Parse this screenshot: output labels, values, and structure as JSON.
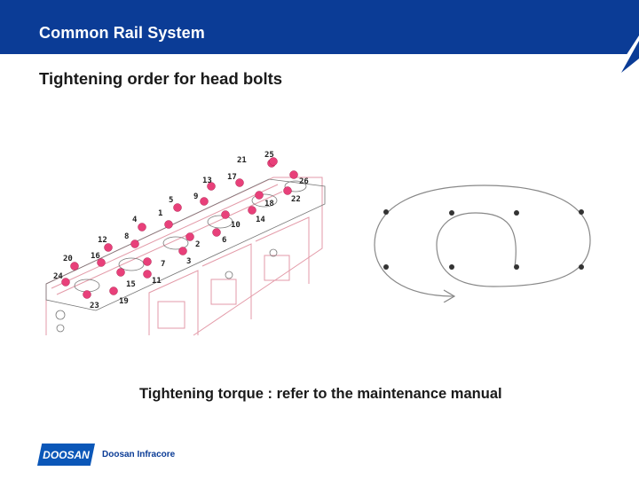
{
  "header": {
    "title": "Common Rail System"
  },
  "slide": {
    "title": "Tightening order for head bolts",
    "torque_note": "Tightening torque : refer to the maintenance manual"
  },
  "figure": {
    "bolt_numbers": [
      "1",
      "2",
      "3",
      "4",
      "5",
      "6",
      "7",
      "8",
      "9",
      "10",
      "11",
      "12",
      "13",
      "14",
      "15",
      "16",
      "17",
      "18",
      "19",
      "20",
      "21",
      "22",
      "23",
      "24",
      "25",
      "26"
    ]
  },
  "logo": {
    "mark": "DOOSAN",
    "text": "Doosan Infracore"
  },
  "colors": {
    "header": "#0b3c96",
    "bolt": "#e8407a",
    "engine_lines": "#e39aa8"
  }
}
